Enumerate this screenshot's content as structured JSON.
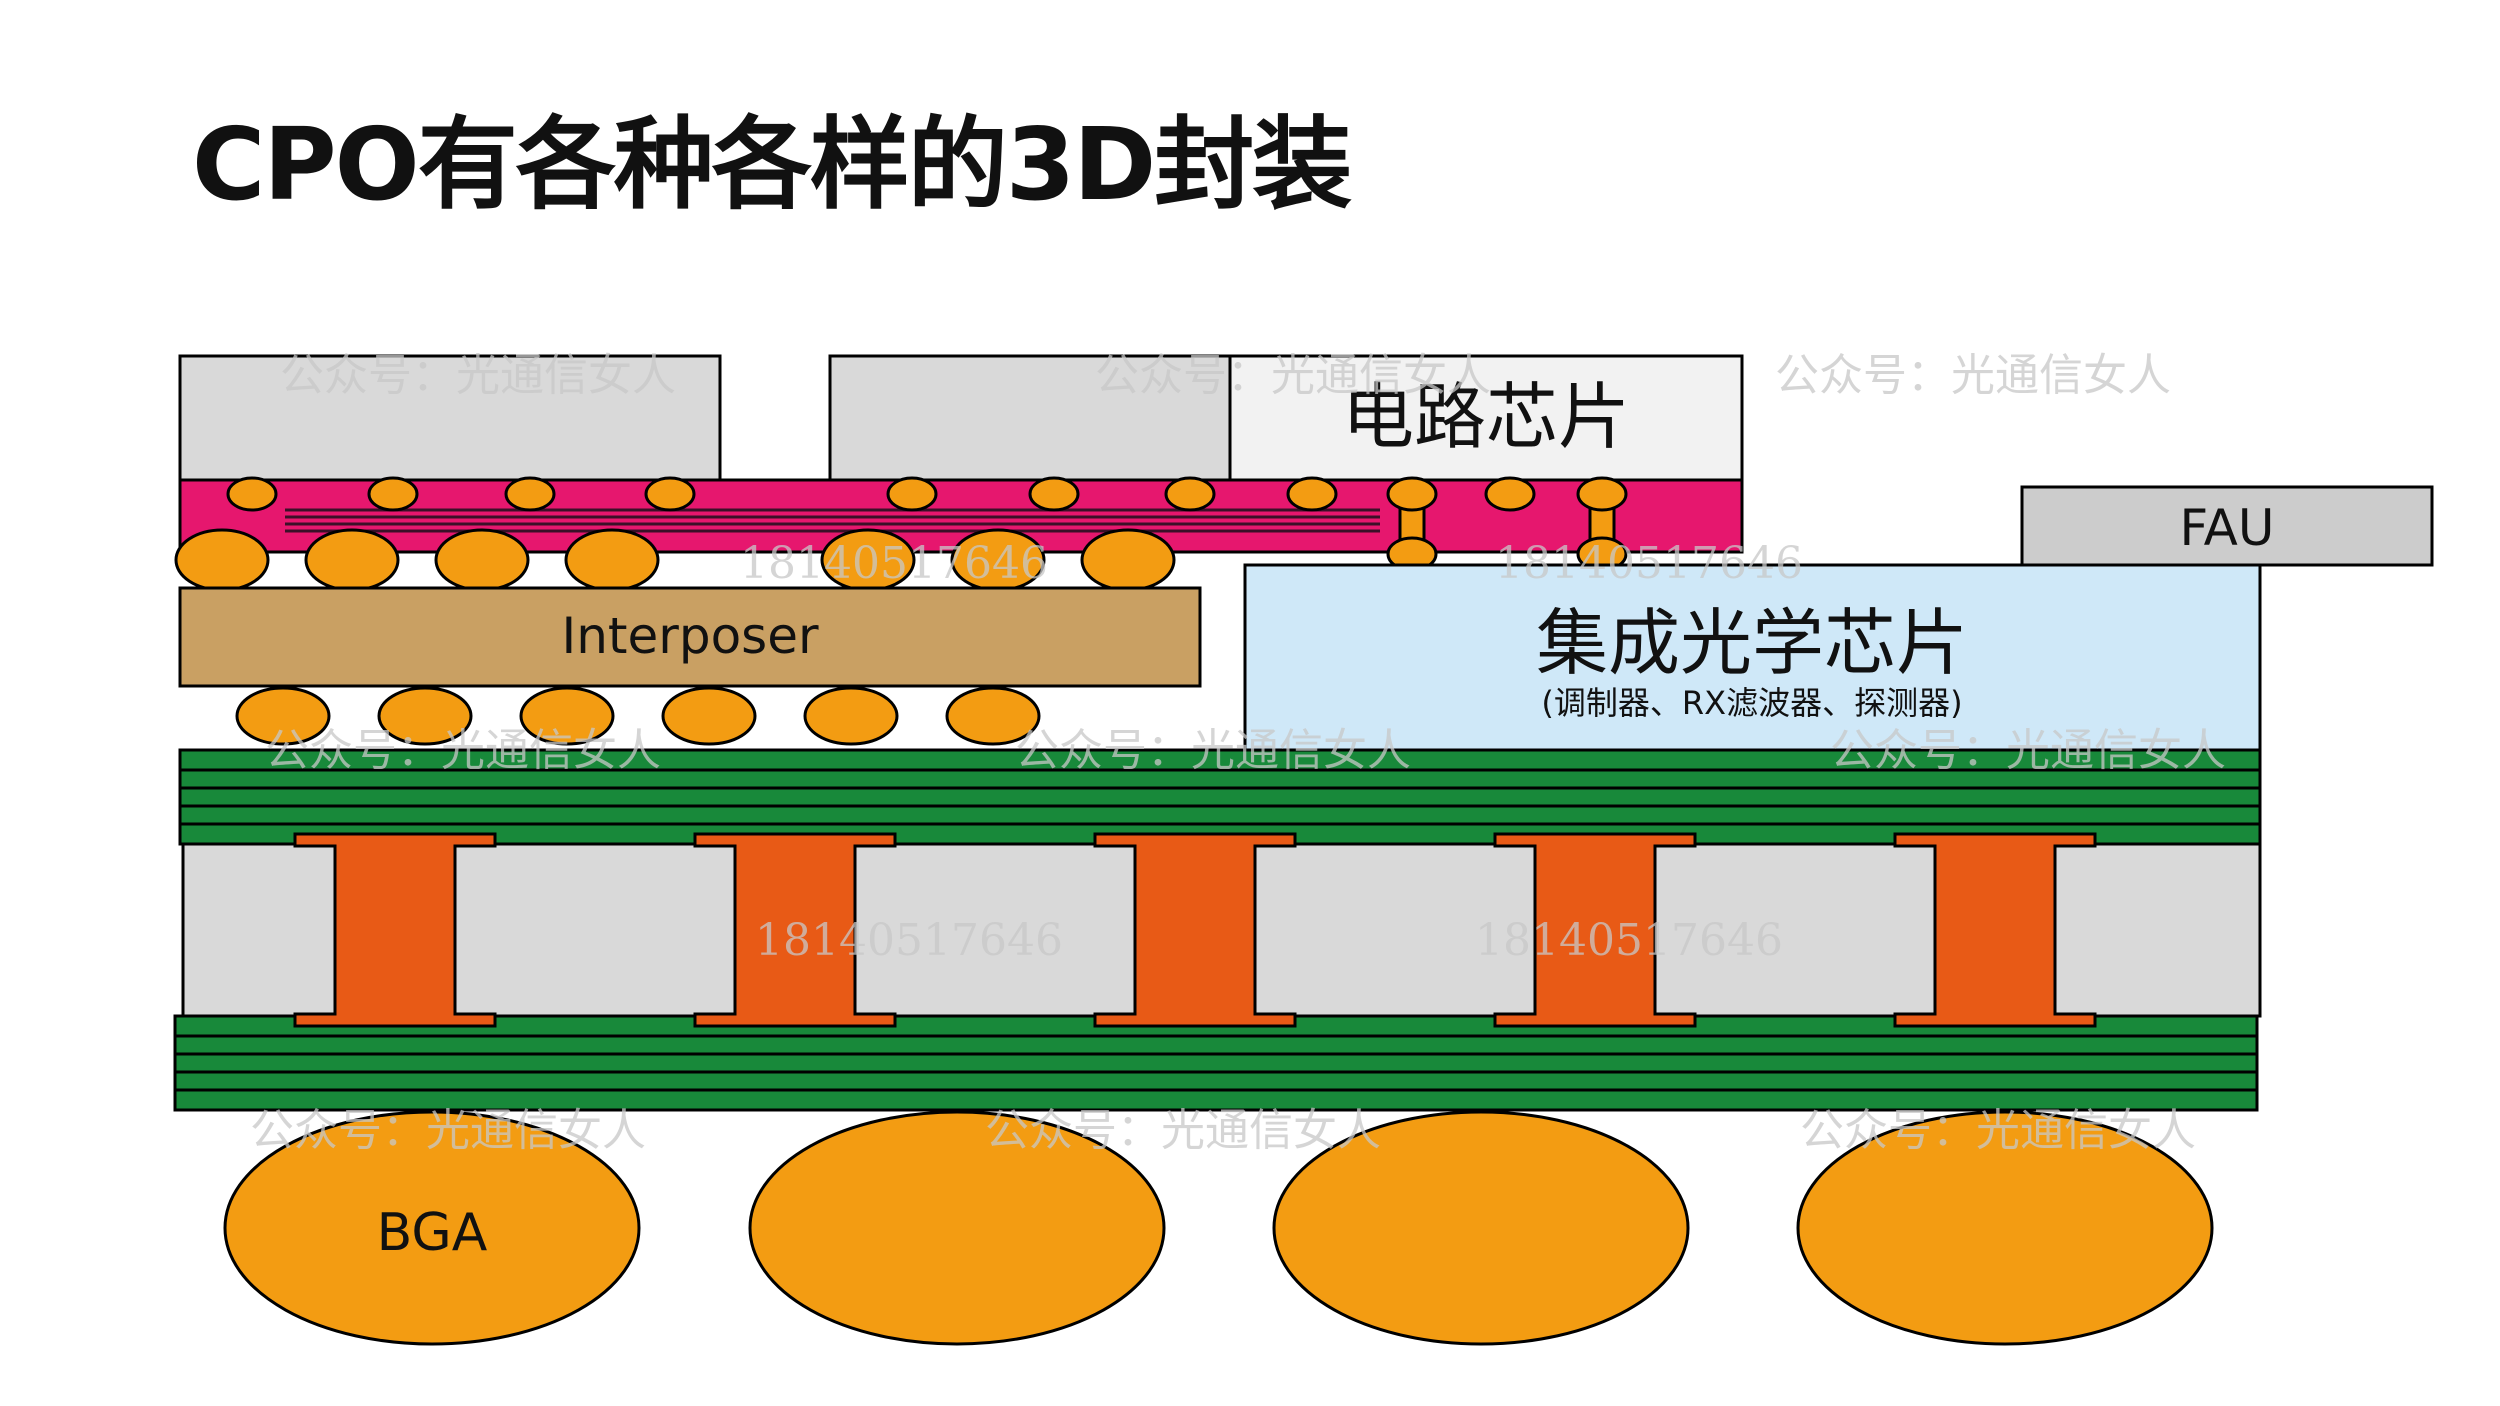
{
  "title": "CPO有各种各样的3D封装",
  "labels": {
    "electrical_chip": "电路芯片",
    "fau": "FAU",
    "interposer": "Interposer",
    "photonic_chip": "集成光学芯片",
    "photonic_chip_detail": "(调制器、RX滤波器、探测器)",
    "bga": "BGA"
  },
  "watermarks": {
    "account": "公众号：光通信女人",
    "phone": "18140517646"
  },
  "colors": {
    "chip_gray": "#d9d9d9",
    "chip_light": "#f2f2f2",
    "eic_substrate": "#e6176e",
    "bump_orange": "#f39c12",
    "interposer_tan": "#c9a063",
    "pic_blue": "#cfe8f8",
    "fau_gray": "#cccccc",
    "pcb_green": "#18893a",
    "via_orange": "#e85a16",
    "core_gray": "#d9d9d9"
  }
}
